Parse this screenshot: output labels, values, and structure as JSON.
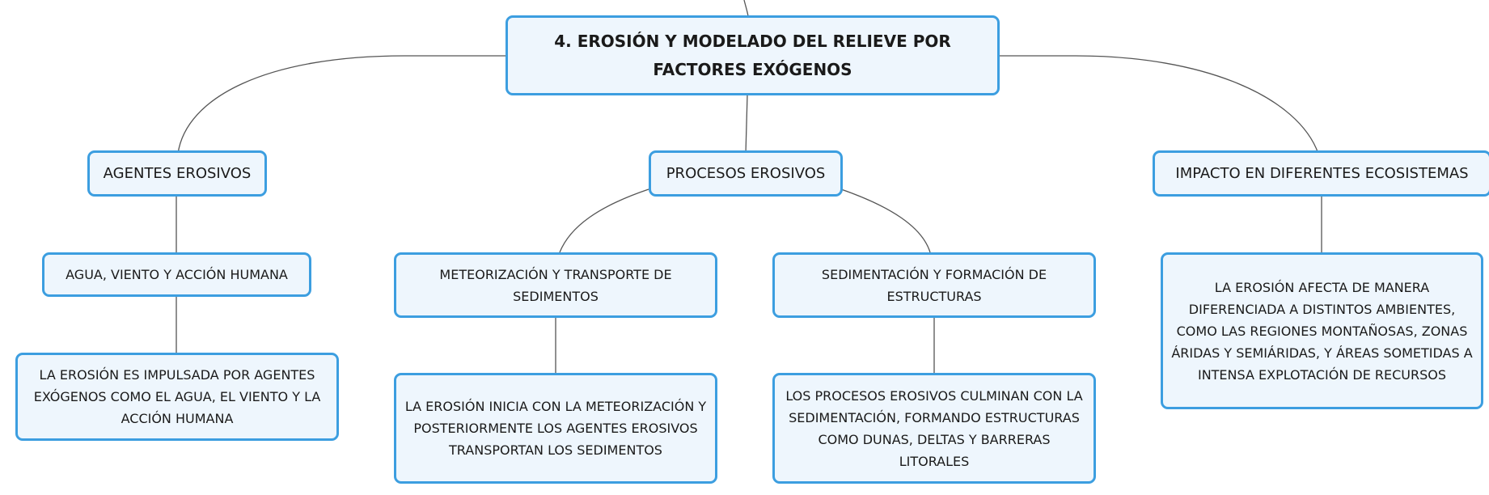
{
  "diagram": {
    "root": {
      "label": "4. EROSIÓN Y MODELADO DEL RELIEVE POR FACTORES EXÓGENOS"
    },
    "topics": {
      "agentes": "AGENTES EROSIVOS",
      "procesos": "PROCESOS EROSIVOS",
      "impacto": "IMPACTO EN DIFERENTES ECOSISTEMAS"
    },
    "subtopics": {
      "agua": "AGUA, VIENTO Y ACCIÓN HUMANA",
      "meteorizacion": "METEORIZACIÓN Y TRANSPORTE DE SEDIMENTOS",
      "sedimentacion": "SEDIMENTACIÓN Y FORMACIÓN DE ESTRUCTURAS"
    },
    "details": {
      "agentes": "LA EROSIÓN ES IMPULSADA POR AGENTES EXÓGENOS COMO EL AGUA, EL VIENTO Y LA ACCIÓN HUMANA",
      "meteorizacion": "LA EROSIÓN INICIA CON LA METEORIZACIÓN Y POSTERIORMENTE LOS AGENTES EROSIVOS TRANSPORTAN LOS SEDIMENTOS",
      "sedimentacion": "LOS PROCESOS EROSIVOS CULMINAN CON LA SEDIMENTACIÓN, FORMANDO ESTRUCTURAS COMO DUNAS, DELTAS Y BARRERAS LITORALES",
      "impacto": "LA EROSIÓN AFECTA DE MANERA DIFERENCIADA A DISTINTOS AMBIENTES, COMO LAS REGIONES MONTAÑOSAS, ZONAS ÁRIDAS Y SEMIÁRIDAS, Y ÁREAS SOMETIDAS A INTENSA EXPLOTACIÓN DE RECURSOS"
    }
  }
}
